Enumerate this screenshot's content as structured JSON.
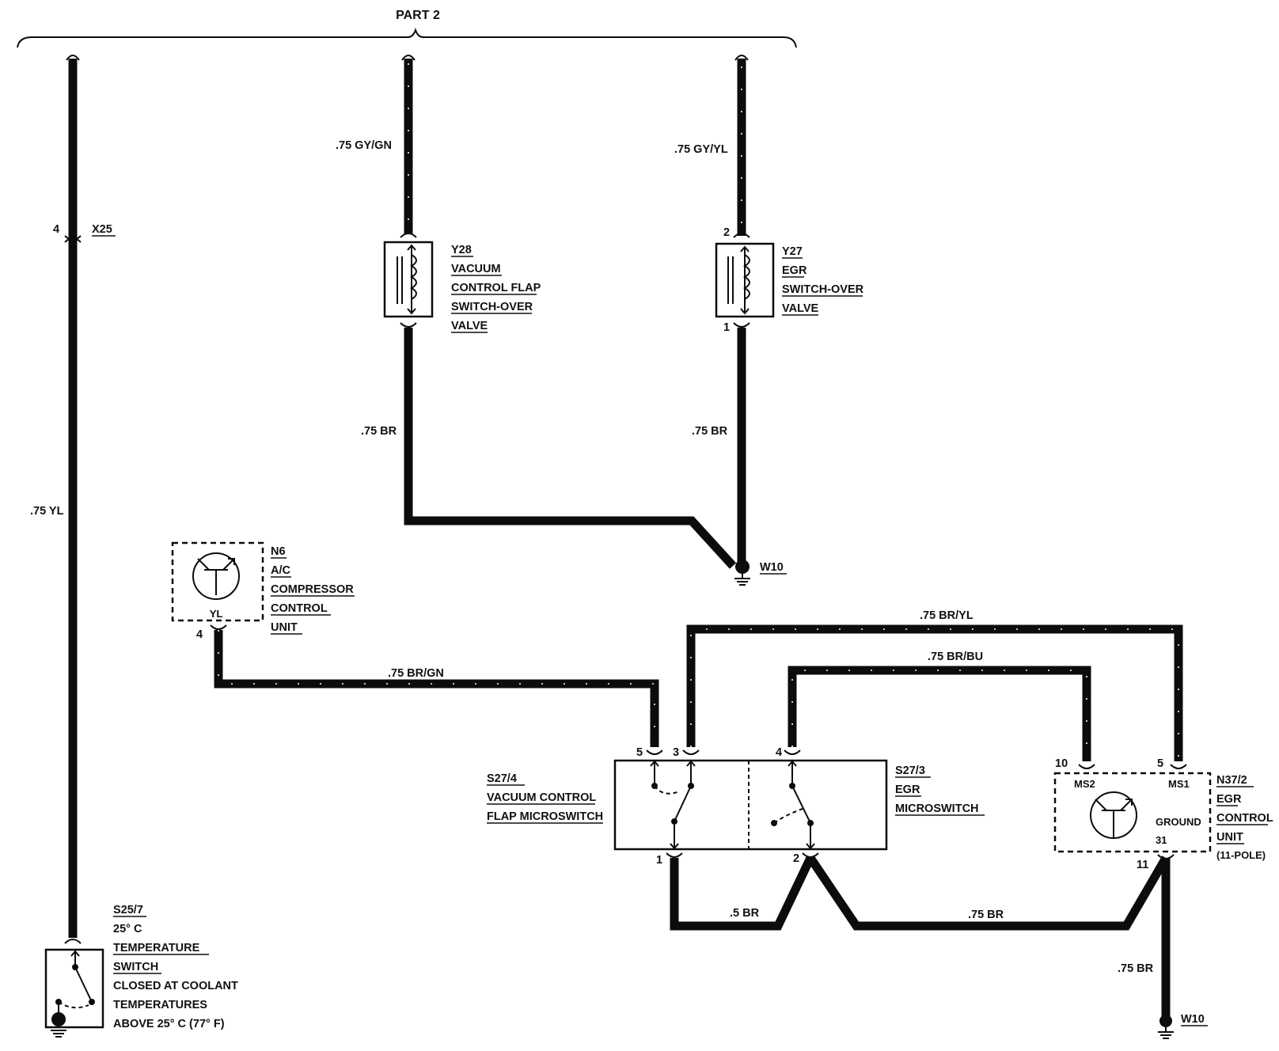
{
  "part": "PART 2",
  "wires": {
    "yl": ".75 YL",
    "gy_gn": ".75 GY/GN",
    "gy_yl": ".75 GY/YL",
    "br_y28": ".75 BR",
    "br_y27": ".75 BR",
    "br_gn": ".75 BR/GN",
    "br_yl": ".75 BR/YL",
    "br_bu": ".75 BR/BU",
    "br_half": ".5 BR",
    "br_bottom": ".75 BR",
    "br_n37": ".75 BR"
  },
  "connector_x25": {
    "pin": "4",
    "label": "X25"
  },
  "y28": {
    "lines": [
      "Y28",
      "VACUUM",
      "CONTROL FLAP",
      "SWITCH-OVER",
      "VALVE"
    ]
  },
  "y27": {
    "lines": [
      "Y27",
      "EGR",
      "SWITCH-OVER",
      "VALVE"
    ],
    "pin_top": "2",
    "pin_bottom": "1"
  },
  "ground_top": "W10",
  "ground_bottom": "W10",
  "n6": {
    "lines": [
      "N6",
      "A/C",
      "COMPRESSOR",
      "CONTROL",
      "UNIT"
    ],
    "inner": "YL",
    "pin": "4"
  },
  "s27_4": {
    "lines": [
      "S27/4",
      "VACUUM CONTROL",
      "FLAP MICROSWITCH"
    ],
    "pin_5": "5",
    "pin_3": "3",
    "pin_1": "1"
  },
  "s27_3": {
    "lines": [
      "S27/3",
      "EGR",
      "MICROSWITCH"
    ],
    "pin_4": "4",
    "pin_2": "2"
  },
  "n37_2": {
    "lines": [
      "N37/2",
      "EGR",
      "CONTROL",
      "UNIT"
    ],
    "pole": "(11-POLE)",
    "ms2": "MS2",
    "ms1": "MS1",
    "ground_text": "GROUND",
    "ground_pin": "31",
    "pin_10": "10",
    "pin_5": "5",
    "pin_11": "11"
  },
  "s25_7": {
    "lines": [
      "S25/7",
      "25° C",
      "TEMPERATURE",
      "SWITCH",
      "CLOSED AT COOLANT",
      "TEMPERATURES",
      "ABOVE 25° C (77° F)"
    ]
  }
}
